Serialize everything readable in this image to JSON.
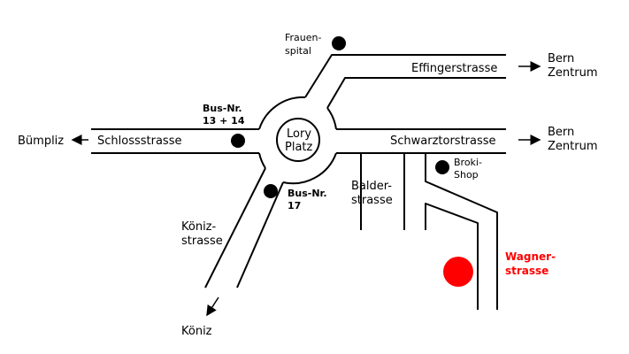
{
  "labels": {
    "frauenspital_1": "Frauen-",
    "frauenspital_2": "spital",
    "effingerstrasse": "Effingerstrasse",
    "bern_zentrum_top_1": "Bern",
    "bern_zentrum_top_2": "Zentrum",
    "bus_1314_1": "Bus-Nr.",
    "bus_1314_2": "13 + 14",
    "buempliz": "Bümpliz",
    "schlossstrasse": "Schlossstrasse",
    "lory_platz_1": "Lory",
    "lory_platz_2": "Platz",
    "schwarztorstrasse": "Schwarztorstrasse",
    "bern_zentrum_mid_1": "Bern",
    "bern_zentrum_mid_2": "Zentrum",
    "broki_1": "Broki-",
    "broki_2": "Shop",
    "bus_17_1": "Bus-Nr.",
    "bus_17_2": "17",
    "balderstrasse_1": "Balder-",
    "balderstrasse_2": "strasse",
    "koenizstrasse_1": "Köniz-",
    "koenizstrasse_2": "strasse",
    "wagnerstrasse_1": "Wagner-",
    "wagnerstrasse_2": "strasse",
    "koeniz": "Köniz"
  },
  "colors": {
    "background": "#ffffff",
    "lines": "#000000",
    "destination": "#ff0000"
  },
  "markers": {
    "stop_icon": "black-dot",
    "destination_icon": "red-dot"
  }
}
